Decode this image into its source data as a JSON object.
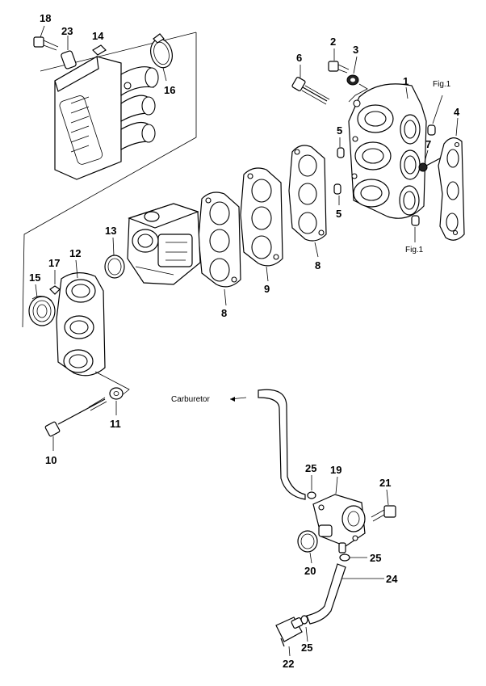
{
  "callouts": {
    "c1": "1",
    "c2": "2",
    "c3": "3",
    "c4": "4",
    "c5a": "5",
    "c5b": "5",
    "c6": "6",
    "c7": "7",
    "c8a": "8",
    "c8b": "8",
    "c9": "9",
    "c10": "10",
    "c11": "11",
    "c12": "12",
    "c13": "13",
    "c14": "14",
    "c15": "15",
    "c16": "16",
    "c17": "17",
    "c18": "18",
    "c19": "19",
    "c20": "20",
    "c21": "21",
    "c22": "22",
    "c23": "23",
    "c24": "24",
    "c25a": "25",
    "c25b": "25",
    "c25c": "25"
  },
  "labels": {
    "fig1_top": "Fig.1",
    "fig1_bottom": "Fig.1",
    "carburetor": "Carburetor"
  }
}
